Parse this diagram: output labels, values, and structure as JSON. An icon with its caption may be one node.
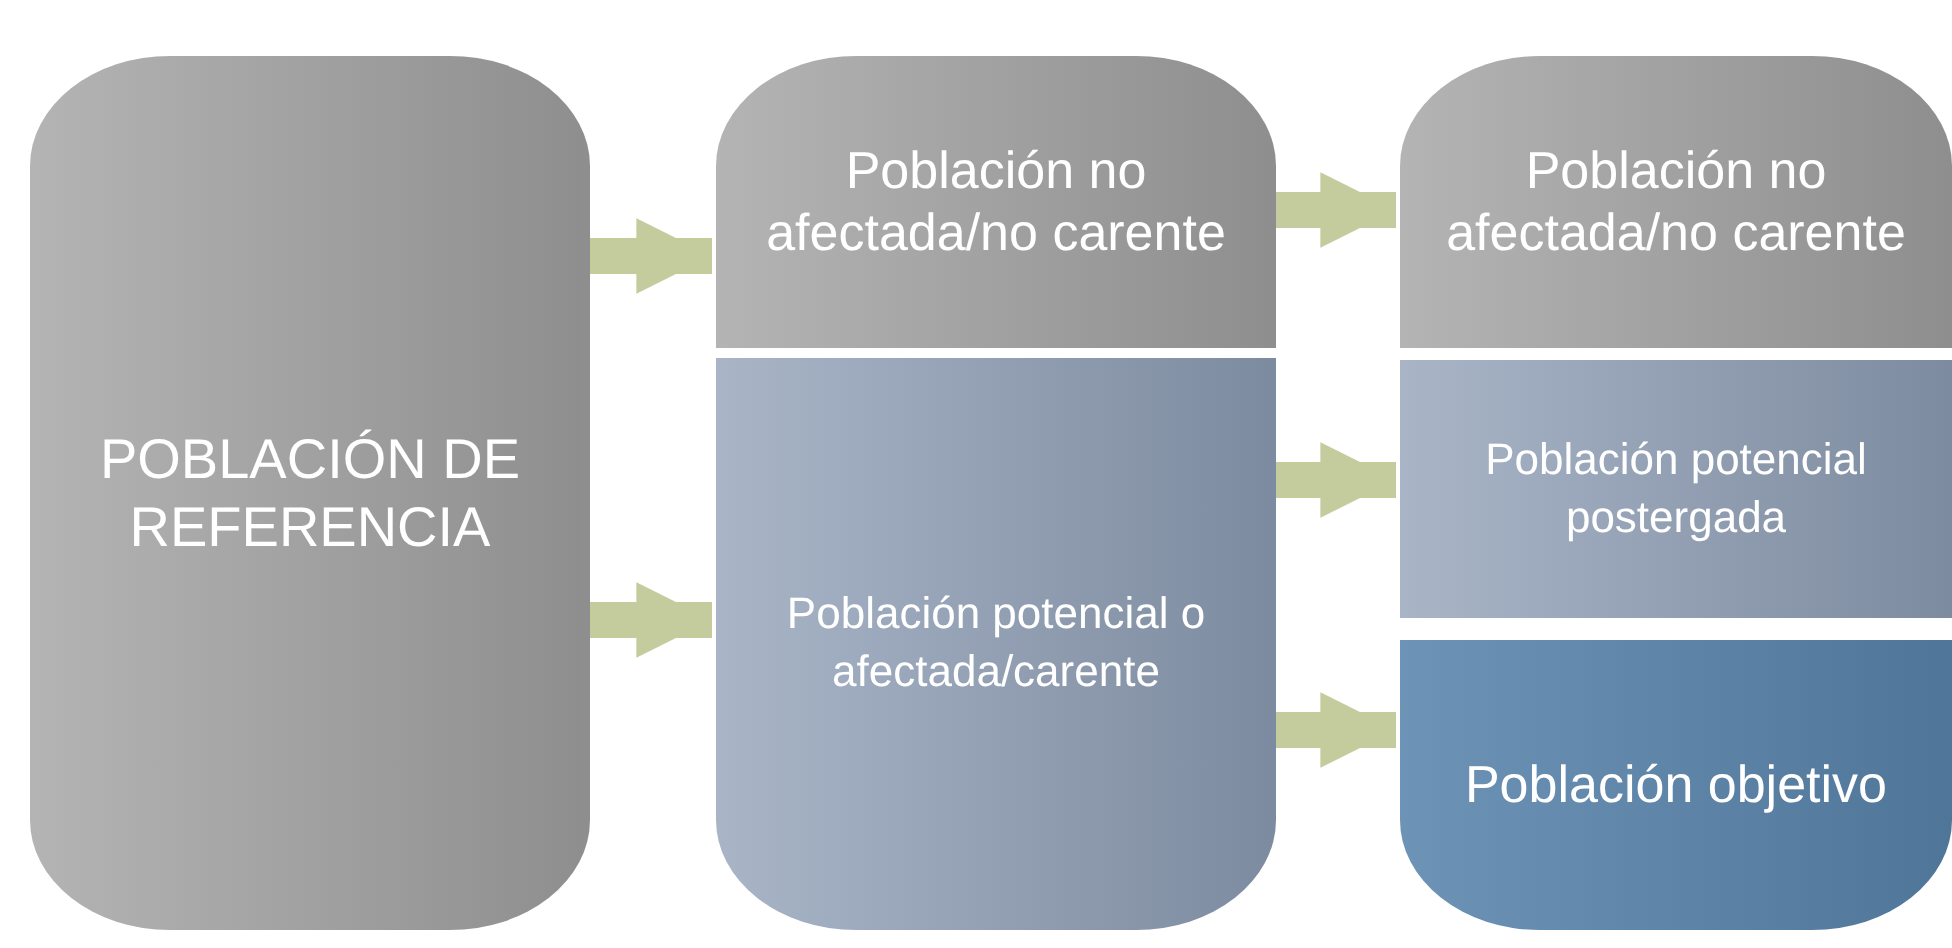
{
  "diagram": {
    "nodes": [
      {
        "text": [
          "POBLACIÓN DE REFERENCIA"
        ]
      },
      {
        "text": [
          "Población no afectada/no carente"
        ]
      },
      {
        "text": [
          "Población potencial o afectada/carente"
        ]
      },
      {
        "text": [
          "Población no afectada/no carente"
        ]
      },
      {
        "text": [
          "Población potencial postergada"
        ]
      },
      {
        "text": [
          "Población objetivo"
        ]
      }
    ],
    "edges": [
      {
        "from": 0,
        "to": 1,
        "arrow": "to"
      },
      {
        "from": 0,
        "to": 2,
        "arrow": "to"
      },
      {
        "from": 1,
        "to": 3,
        "arrow": "to"
      },
      {
        "from": 2,
        "to": 4,
        "arrow": "to"
      },
      {
        "from": 2,
        "to": 5,
        "arrow": "to"
      }
    ]
  }
}
